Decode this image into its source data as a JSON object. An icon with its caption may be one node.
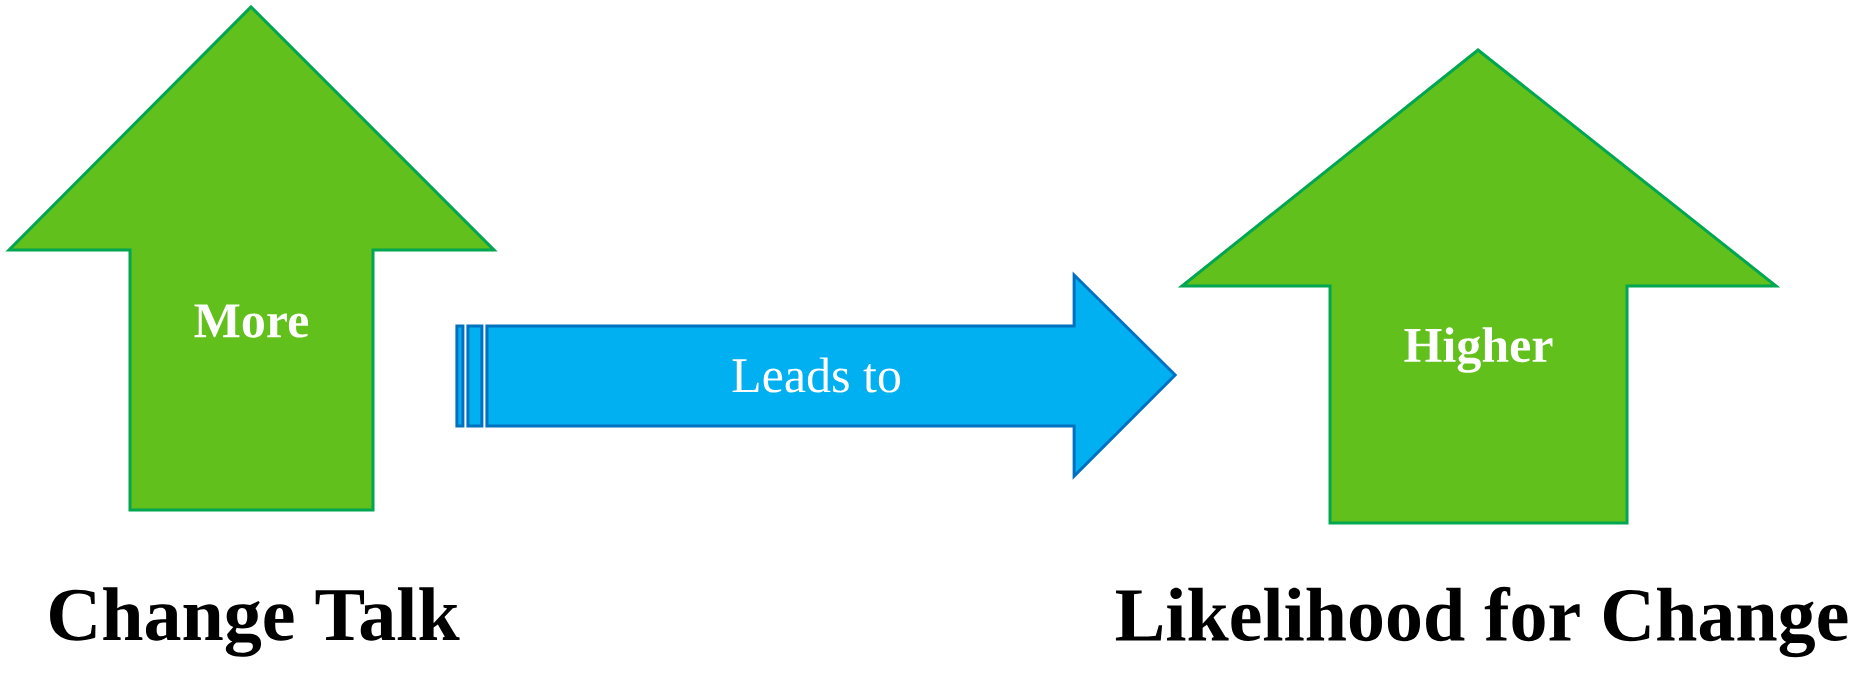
{
  "diagram": {
    "nodes": [
      {
        "text": [
          "More"
        ],
        "beside": [
          "Change Talk"
        ]
      },
      {
        "text": [
          "Higher"
        ],
        "beside": [
          "Likelihood for Change"
        ]
      }
    ],
    "edges": [
      {
        "from": 0,
        "to": 1,
        "arrow": "to",
        "label": "Leads to"
      }
    ]
  }
}
